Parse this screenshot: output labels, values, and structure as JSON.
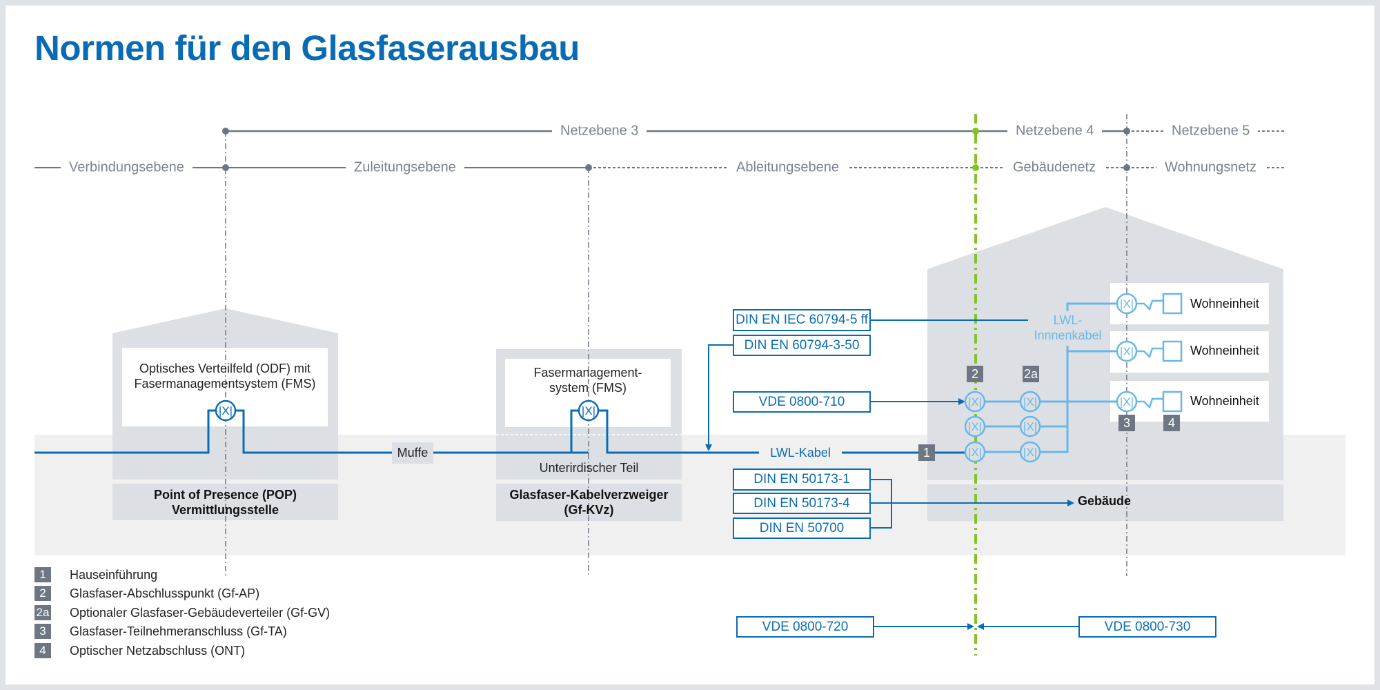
{
  "title": "Normen für den Glasfaserausbau",
  "colors": {
    "accent_blue": "#0a6bb5",
    "light_blue": "#6ab6e8",
    "demarcation_green": "#84c326",
    "badge_gray": "#6f7683",
    "structure_gray": "#dce0e5",
    "ground_gray": "#f0f0f0"
  },
  "network_levels": {
    "upper": [
      "Netzebene 3",
      "Netzebene 4",
      "Netzebene 5"
    ],
    "lower": [
      "Verbindungsebene",
      "Zuleitungsebene",
      "Ableitungsebene",
      "Gebäudenetz",
      "Wohnungsnetz"
    ]
  },
  "pop": {
    "inner_label_line1": "Optisches Verteilfeld (ODF) mit",
    "inner_label_line2": "Fasermanagementsystem (FMS)",
    "caption_line1": "Point of Presence (POP)",
    "caption_line2": "Vermittlungsstelle"
  },
  "muffe": "Muffe",
  "kvz": {
    "inner_label_line1": "Fasermanagement-",
    "inner_label_line2": "system (FMS)",
    "underground": "Unterirdischer Teil",
    "caption_line1": "Glasfaser-Kabelverzweiger",
    "caption_line2": "(Gf-KVz)"
  },
  "cable_label": "LWL-Kabel",
  "indoor_cable_line1": "LWL-",
  "indoor_cable_line2": "Innnenkabel",
  "building_caption": "Gebäude",
  "connector_glyph": "|X|",
  "standards": {
    "iec_60794_5": "DIN EN IEC 60794-5 ff",
    "en_60794_3_50": "DIN EN 60794-3-50",
    "vde_710": "VDE 0800-710",
    "en_50173_1": "DIN EN 50173-1",
    "en_50173_4": "DIN EN 50173-4",
    "en_50700": "DIN EN 50700",
    "vde_720": "VDE 0800-720",
    "vde_730": "VDE 0800-730"
  },
  "units": [
    "Wohneinheit",
    "Wohneinheit",
    "Wohneinheit"
  ],
  "badges": {
    "b1": "1",
    "b2": "2",
    "b2a": "2a",
    "b3": "3",
    "b4": "4"
  },
  "legend": [
    {
      "badge": "1",
      "text": "Hauseinführung"
    },
    {
      "badge": "2",
      "text": "Glasfaser-Abschlusspunkt (Gf-AP)"
    },
    {
      "badge": "2a",
      "text": "Optionaler Glasfaser-Gebäudeverteiler (Gf-GV)"
    },
    {
      "badge": "3",
      "text": "Glasfaser-Teilnehmeranschluss (Gf-TA)"
    },
    {
      "badge": "4",
      "text": "Optischer Netzabschluss (ONT)"
    }
  ]
}
